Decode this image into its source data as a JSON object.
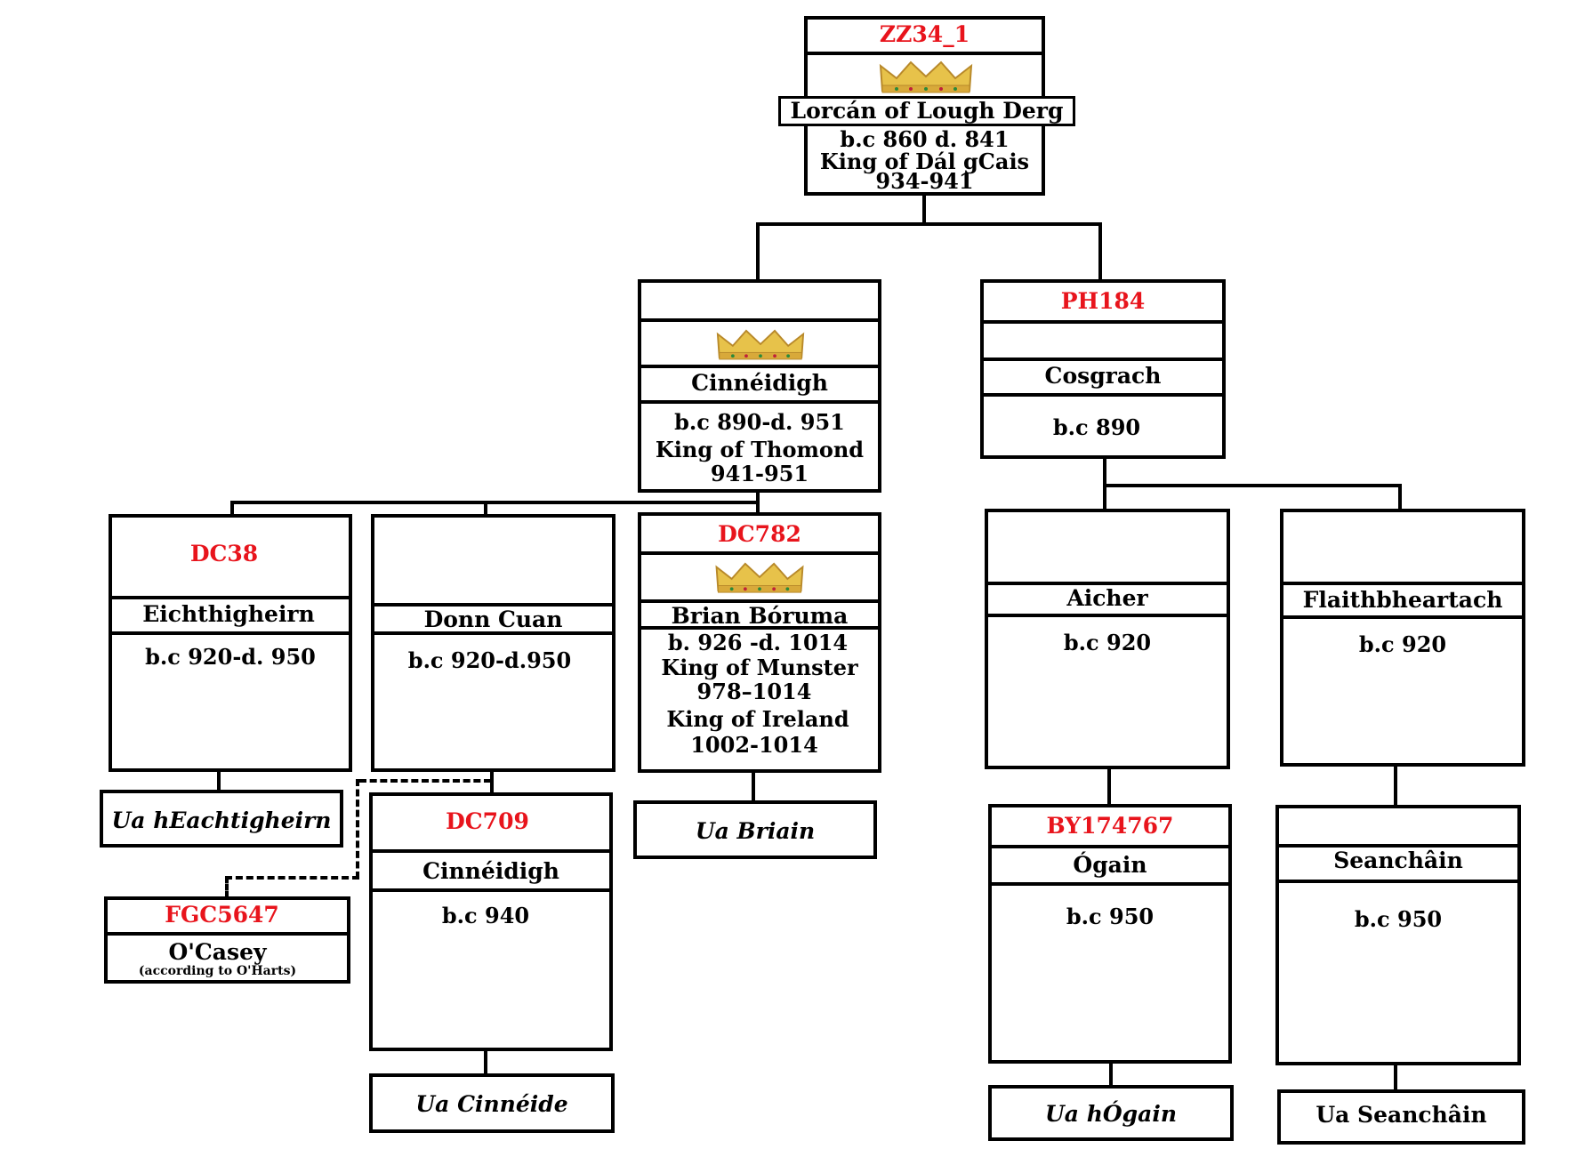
{
  "colors": {
    "haplogroup": "#e8141c",
    "crown_gold": "#e7c24a",
    "crown_shadow": "#b8892a"
  },
  "root": {
    "haplogroup": "ZZ34_1",
    "icon": "crown-icon",
    "name": "Lorcán of Lough Derg",
    "line1": "b.c 860 d. 841",
    "line2": "King of Dál gCais",
    "line3": "934-941"
  },
  "cinneidigh": {
    "haplogroup": "",
    "icon": "crown-icon",
    "name": "Cinnéidigh",
    "line1": "b.c 890-d. 951",
    "line2": "King of Thomond",
    "line3": "941-951"
  },
  "cosgrach": {
    "haplogroup": "PH184",
    "name": "Cosgrach",
    "line1": "b.c 890"
  },
  "eichthigheirn": {
    "haplogroup": "DC38",
    "name": "Eichthigheirn",
    "line1": "b.c 920-d. 950"
  },
  "donncuan": {
    "name": "Donn Cuan",
    "line1": "b.c 920-d.950"
  },
  "brian": {
    "haplogroup": "DC782",
    "icon": "crown-icon",
    "name": "Brian Bóruma",
    "line1": "b. 926 -d. 1014",
    "line2": "King of Munster",
    "line3": "978–1014",
    "line4": "King of Ireland",
    "line5": "1002-1014"
  },
  "aicher": {
    "name": "Aicher",
    "line1": "b.c 920"
  },
  "flaithbheartach": {
    "name": "Flaithbheartach",
    "line1": "b.c 920"
  },
  "ua_heachtigheirn": {
    "surname": "Ua hEachtigheirn"
  },
  "ocasey": {
    "haplogroup": "FGC5647",
    "name": "O'Casey",
    "note": "(according to O'Harts)"
  },
  "cinneidigh2": {
    "haplogroup": "DC709",
    "name": "Cinnéidigh",
    "line1": "b.c 940"
  },
  "ua_briain": {
    "surname": "Ua Briain"
  },
  "ua_cinneide": {
    "surname": "Ua Cinnéide"
  },
  "ogain": {
    "haplogroup": "BY174767",
    "name": "Ógain",
    "line1": "b.c 950"
  },
  "ua_hogain": {
    "surname": "Ua hÓgain"
  },
  "seanchain": {
    "name": "Seanchâin",
    "line1": "b.c 950"
  },
  "ua_seanchain": {
    "surname": "Ua Seanchâin"
  }
}
